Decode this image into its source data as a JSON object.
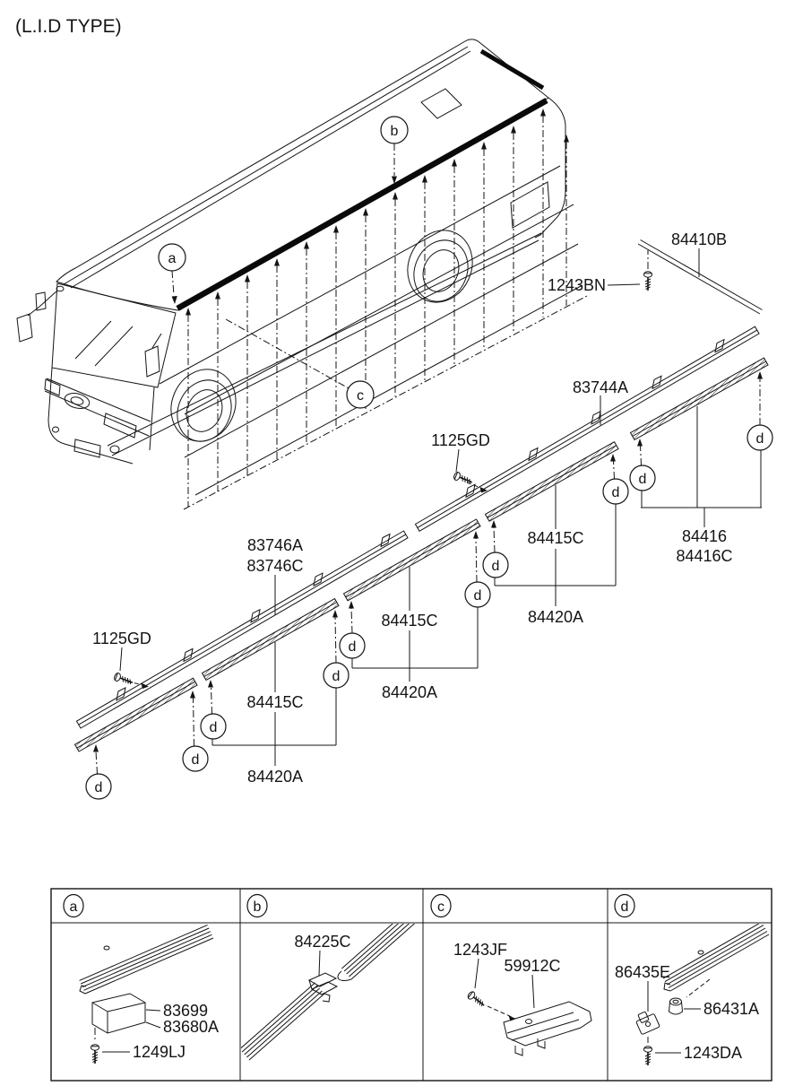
{
  "title": "(L.I.D TYPE)",
  "callouts": {
    "a": "a",
    "b": "b",
    "c": "c",
    "d": "d"
  },
  "parts": {
    "roof_rear_molding": "84410B",
    "roof_rear_screw": "1243BN",
    "drip_rail_rear": "83744A",
    "drip_rail_front_upper": "83746A",
    "drip_rail_front_lower": "83746C",
    "drip_screw_upper": "1125GD",
    "drip_screw_lower": "1125GD",
    "side_molding_left": "84415C",
    "side_molding_mid": "84415C",
    "side_molding_right": "84415C",
    "molding_joint_left": "84420A",
    "molding_joint_mid": "84420A",
    "molding_joint_right": "84420A",
    "end_molding": "84416",
    "end_molding_sub": "84416C"
  },
  "detail_table": {
    "headers": [
      "a",
      "b",
      "c",
      "d"
    ],
    "cell_a": {
      "end_cap": "83699",
      "end_cap_sub": "83680A",
      "screw": "1249LJ"
    },
    "cell_b": {
      "joint_clip": "84225C"
    },
    "cell_c": {
      "screw": "1243JF",
      "bracket": "59912C"
    },
    "cell_d": {
      "clip": "86435E",
      "grommet": "86431A",
      "screw": "1243DA"
    }
  }
}
